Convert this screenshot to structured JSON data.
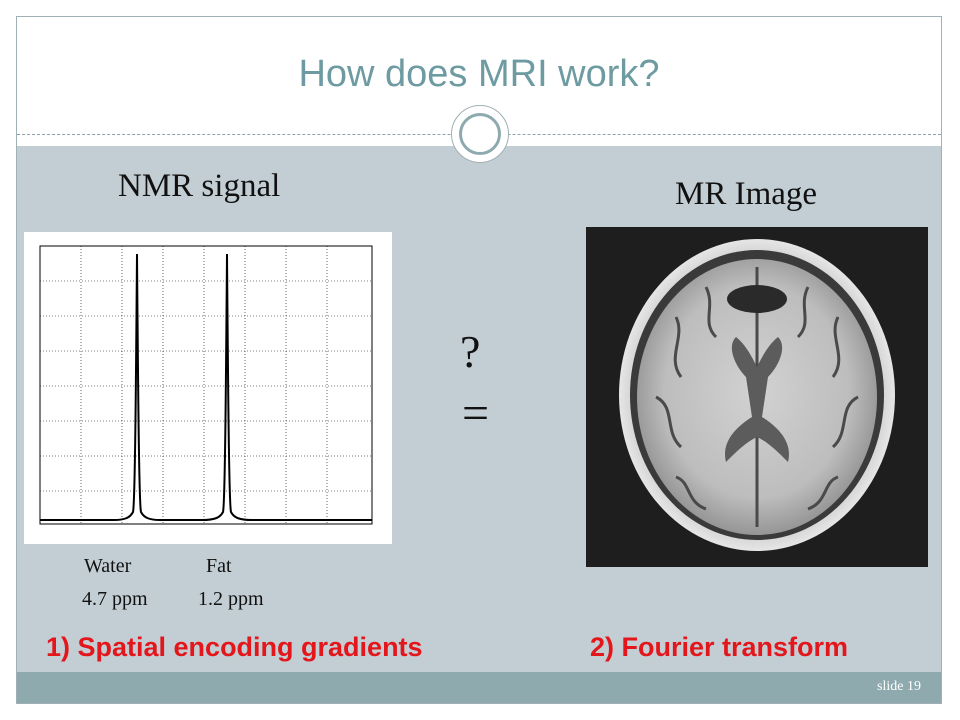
{
  "slide": {
    "title": "How does MRI work?",
    "number": "slide 19"
  },
  "left": {
    "heading": "NMR signal",
    "peaks": [
      {
        "name": "Water",
        "ppm": "4.7 ppm"
      },
      {
        "name": "Fat",
        "ppm": "1.2 ppm"
      }
    ],
    "step": "1) Spatial encoding gradients"
  },
  "right": {
    "heading": "MR Image",
    "step": "2) Fourier transform"
  },
  "middle": {
    "question": "?",
    "equals": "="
  },
  "colors": {
    "title": "#6d9ba1",
    "content_bg": "#c3ced4",
    "footer_bg": "#8eaaae",
    "step_text": "#e3161b"
  }
}
